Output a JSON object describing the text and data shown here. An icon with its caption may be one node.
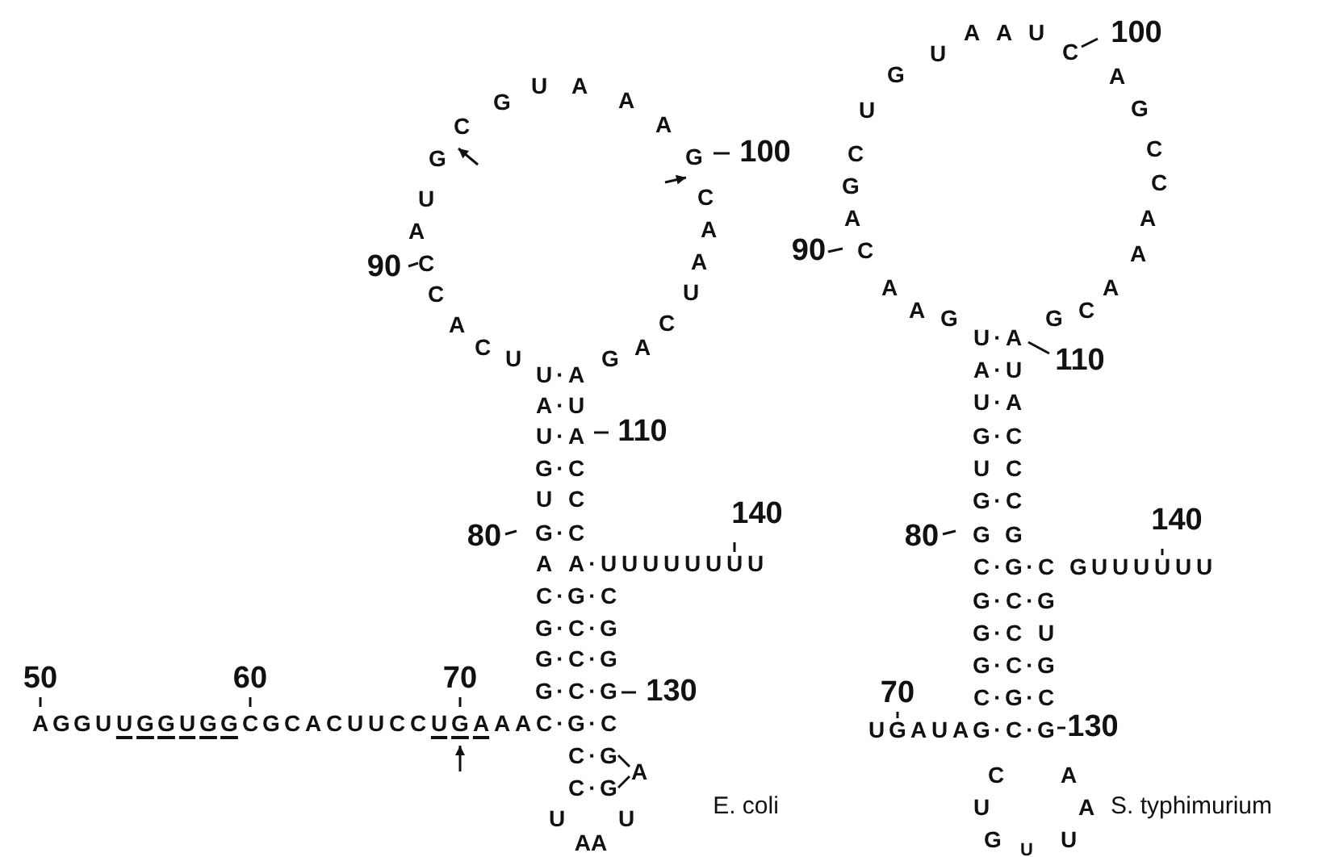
{
  "diagram": {
    "labels": [
      "U",
      "C",
      "A",
      "C",
      "C",
      "A",
      "U",
      "G",
      "C",
      "G",
      "U",
      "A",
      "A",
      "A",
      "G",
      "C",
      "A",
      "A",
      "U",
      "C",
      "A",
      "G",
      "90",
      "100",
      "U·A",
      "A·U",
      "U·A",
      "G·C",
      "U",
      "G·C",
      "A A·UUUUUUUU",
      "C·G·C",
      "G·C·G",
      "G·C·G",
      "G·C·G",
      "AGGUUGGUGGCGCACUUCCUGAAAC·G·C",
      "C·G",
      "C·G",
      "A",
      "U",
      "AA",
      "U",
      "110",
      "80",
      "140",
      "130",
      "50",
      "60",
      "70",
      "E. coli",
      "G",
      "A",
      "A",
      "C",
      "A",
      "G",
      "C",
      "U",
      "G",
      "U",
      "A",
      "A",
      "U",
      "C",
      "A",
      "G",
      "C",
      "C",
      "A",
      "A",
      "A",
      "C",
      "G",
      "90",
      "100",
      "U·A",
      "A·U",
      "U·A",
      "G·C",
      "U",
      "G·C",
      "G G",
      "C·G·C GUUUUUU",
      "G·C·G",
      "G·C",
      "G·C·G",
      "C·G·C",
      "UGAUAG·C·G",
      "C",
      "A",
      "U",
      "A",
      "G",
      "U",
      "U",
      "110",
      "80",
      "140",
      "130",
      "70",
      "S. typhimurium",
      "C",
      "C",
      "U"
    ]
  }
}
